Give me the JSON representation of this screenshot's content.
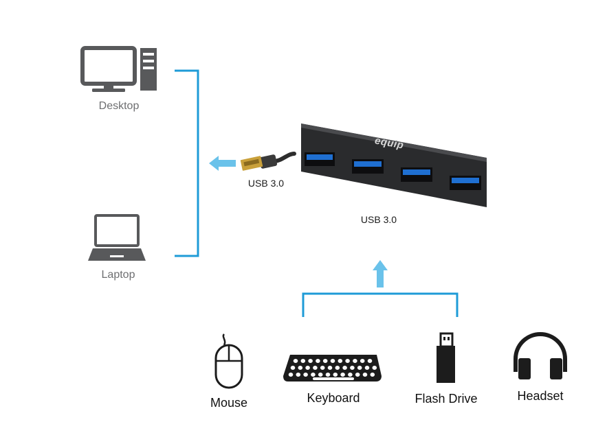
{
  "colors": {
    "line": "#1e9bd7",
    "arrow": "#6ac2ea",
    "icon_gray": "#58595b",
    "icon_dark": "#1c1c1c",
    "hub_body": "#2a2b2d",
    "port_blue": "#1f6fd1"
  },
  "hosts": {
    "desktop": {
      "label": "Desktop",
      "icon": "desktop-computer-icon"
    },
    "laptop": {
      "label": "Laptop",
      "icon": "laptop-icon"
    }
  },
  "hub": {
    "brand": "equip",
    "port_count": 4,
    "label": "USB 3.0",
    "cable_label": "USB 3.0"
  },
  "devices": [
    {
      "label": "Mouse",
      "icon": "mouse-icon"
    },
    {
      "label": "Keyboard",
      "icon": "keyboard-icon"
    },
    {
      "label": "Flash Drive",
      "icon": "flash-drive-icon"
    },
    {
      "label": "Headset",
      "icon": "headset-icon"
    }
  ]
}
